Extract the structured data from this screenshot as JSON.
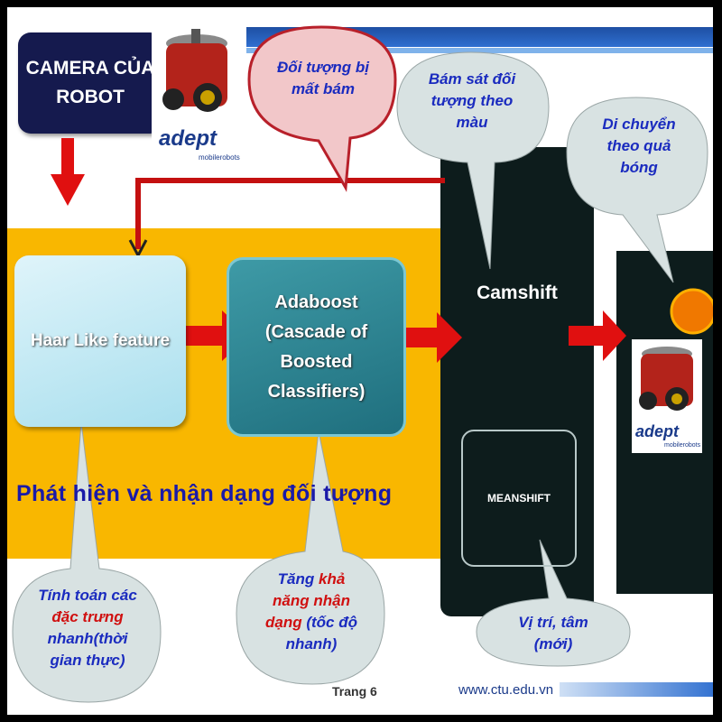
{
  "camera_box": {
    "line1": "CAMERA CỦA",
    "line2": "ROBOT"
  },
  "logo": {
    "brand": "adept",
    "sub": "mobilerobots"
  },
  "boxes": {
    "haar": "Haar Like feature",
    "adaboost": [
      "Adaboost",
      "(Cascade of",
      "Boosted",
      "Classifiers)"
    ],
    "camshift": "Camshift",
    "meanshift": "MEANSHIFT"
  },
  "section_title": "Phát hiện và nhận dạng đối tượng",
  "bubbles": {
    "lost": [
      "Đối tượng bị",
      "mất bám"
    ],
    "track": [
      "Bám sát đối",
      "tượng theo",
      "màu"
    ],
    "move": [
      "Di chuyển",
      "theo quả",
      "bóng"
    ],
    "compute": {
      "l1": "Tính toán các",
      "l2": "đặc trưng",
      "l3": "nhanh(thời",
      "l4": "gian thực)"
    },
    "improve": {
      "l1a": "Tăng ",
      "l1b": "khả",
      "l2": "năng nhận",
      "l3a": "dạng",
      "l3b": " (tốc độ",
      "l4": "nhanh)"
    },
    "position": [
      "Vị trí, tâm",
      "(mới)"
    ]
  },
  "footer": {
    "page": "Trang 6",
    "url": "www.ctu.edu.vn"
  },
  "colors": {
    "yellow": "#f9b700",
    "navy": "#151a4e",
    "arrow": "#e01010",
    "teal": "#1f6f7e",
    "dark_panel": "#0d1c1c",
    "ball": "#f07800"
  }
}
